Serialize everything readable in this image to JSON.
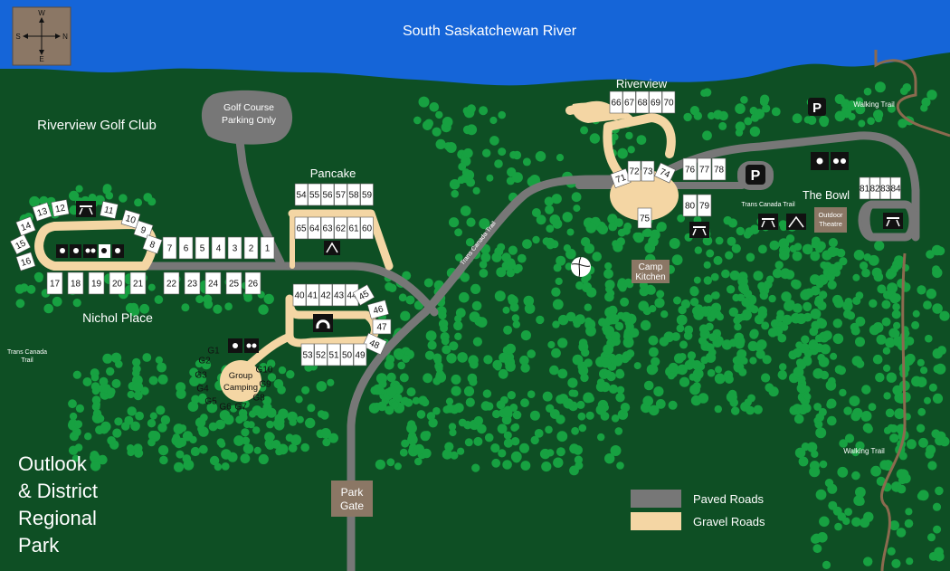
{
  "river": {
    "name": "South Saskatchewan River"
  },
  "compass": {
    "n": "N",
    "s": "S",
    "e": "E",
    "w": "W"
  },
  "labels": {
    "golf_club": "Riverview Golf Club",
    "golf_parking_1": "Golf Course",
    "golf_parking_2": "Parking Only",
    "pancake": "Pancake",
    "riverview": "Riverview",
    "nichol_place": "Nichol Place",
    "the_bowl": "The Bowl",
    "walking_trail_top": "Walking Trail",
    "walking_trail_bottom": "Walking Trail",
    "tct_diag": "Trans Canada Trail",
    "tct_left_1": "Trans Canada",
    "tct_left_2": "Trail",
    "tct_right": "Trans Canada Trail",
    "group_camping_1": "Group",
    "group_camping_2": "Camping",
    "camp_kitchen_1": "Camp",
    "camp_kitchen_2": "Kitchen",
    "outdoor_theatre_1": "Outdoor",
    "outdoor_theatre_2": "Theatre",
    "park_gate_1": "Park",
    "park_gate_2": "Gate",
    "parking_symbol": "P",
    "park_name": [
      "Outlook",
      "& District",
      "Regional",
      "Park"
    ]
  },
  "legend": {
    "paved": "Paved Roads",
    "gravel": "Gravel Roads"
  },
  "colors": {
    "forest": "#0e4f24",
    "river": "#1565d8",
    "paved": "#777777",
    "gravel": "#f4d6a4",
    "tree": "#17a141",
    "sign": "#8b7765"
  },
  "sites": {
    "nichol_row": [
      "7",
      "6",
      "5",
      "4",
      "3",
      "2",
      "1"
    ],
    "nichol_bottom": [
      "17",
      "18",
      "19",
      "20",
      "21",
      "22",
      "23",
      "24",
      "25",
      "26"
    ],
    "nichol_loop": [
      "16",
      "15",
      "14",
      "13",
      "12",
      "11",
      "10",
      "9",
      "8"
    ],
    "pancake_top": [
      "54",
      "55",
      "56",
      "57",
      "58",
      "59"
    ],
    "pancake_mid": [
      "65",
      "64",
      "63",
      "62",
      "61",
      "60"
    ],
    "loop_top": [
      "40",
      "41",
      "42",
      "43",
      "44"
    ],
    "loop_right": [
      "45",
      "46",
      "47",
      "48"
    ],
    "loop_bottom": [
      "53",
      "52",
      "51",
      "50",
      "49"
    ],
    "riverview_top": [
      "66",
      "67",
      "68",
      "69",
      "70"
    ],
    "riverview_arc": [
      "71",
      "72",
      "73",
      "74"
    ],
    "site_75": "75",
    "row_76": [
      "76",
      "77",
      "78"
    ],
    "pair_80": [
      "80",
      "79"
    ],
    "bowl": [
      "81",
      "82",
      "83",
      "84"
    ],
    "group": [
      "G1",
      "G2",
      "G3",
      "G4",
      "G5",
      "G6",
      "G7",
      "G8",
      "G9",
      "G10"
    ]
  }
}
